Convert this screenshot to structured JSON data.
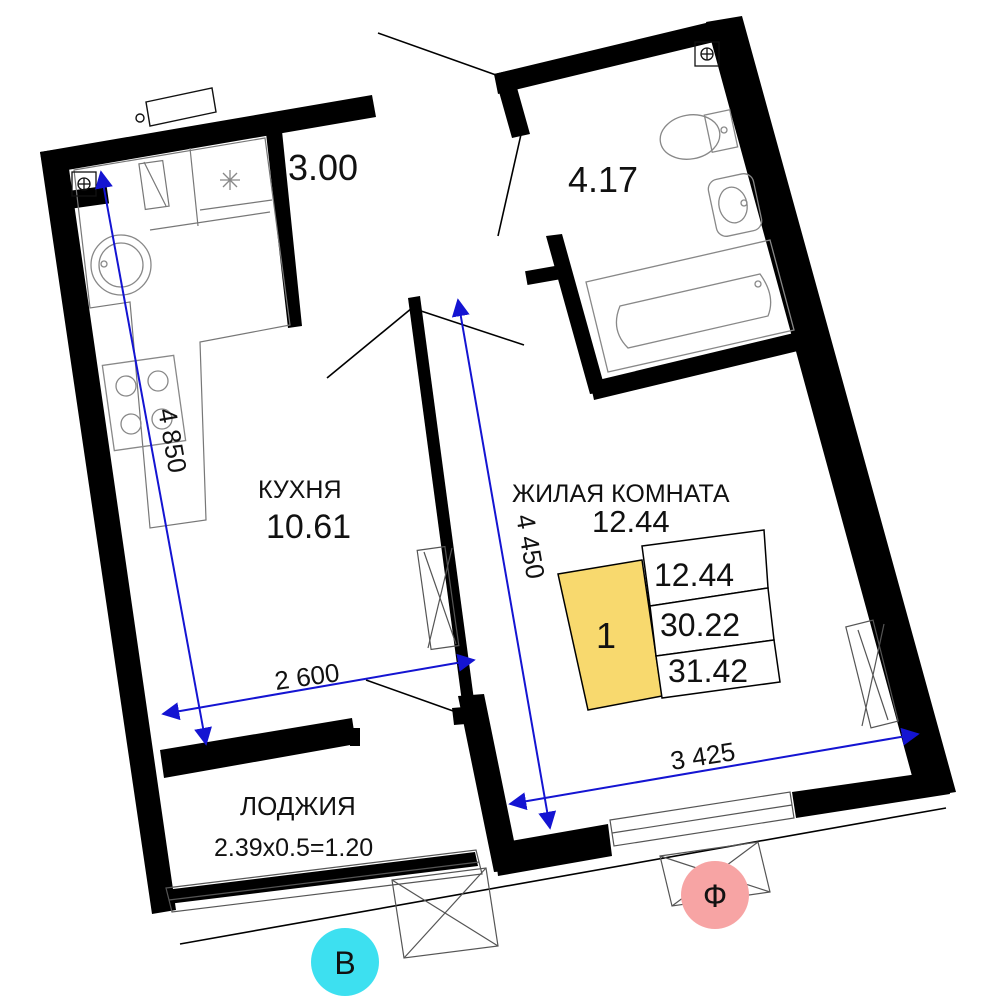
{
  "rooms": {
    "corridor": {
      "area": "3.00"
    },
    "bathroom": {
      "area": "4.17"
    },
    "kitchen": {
      "name": "КУХНЯ",
      "area": "10.61"
    },
    "living_room": {
      "name": "ЖИЛАЯ КОМНАТА",
      "area": "12.44"
    },
    "loggia": {
      "name": "ЛОДЖИЯ",
      "formula": "2.39x0.5=1.20"
    }
  },
  "dimensions": {
    "kitchen_length": "4 850",
    "kitchen_width": "2 600",
    "living_length": "4 450",
    "living_width": "3 425"
  },
  "summary": {
    "rooms_count": "1",
    "living_area": "12.44",
    "total_area": "30.22",
    "total_with_loggia": "31.42"
  },
  "orientation": {
    "left_marker": "В",
    "right_marker": "Ф"
  },
  "colors": {
    "wall": "#000000",
    "dimension_line": "#1414d2",
    "summary_fill": "#f8d96e",
    "marker_left": "#3de0f0",
    "marker_right": "#f7a4a4"
  },
  "icons": [
    "riser-icon",
    "ventilation-icon",
    "stove-icon",
    "sink-icon",
    "toilet-icon",
    "bathtub-icon",
    "window-icon"
  ]
}
